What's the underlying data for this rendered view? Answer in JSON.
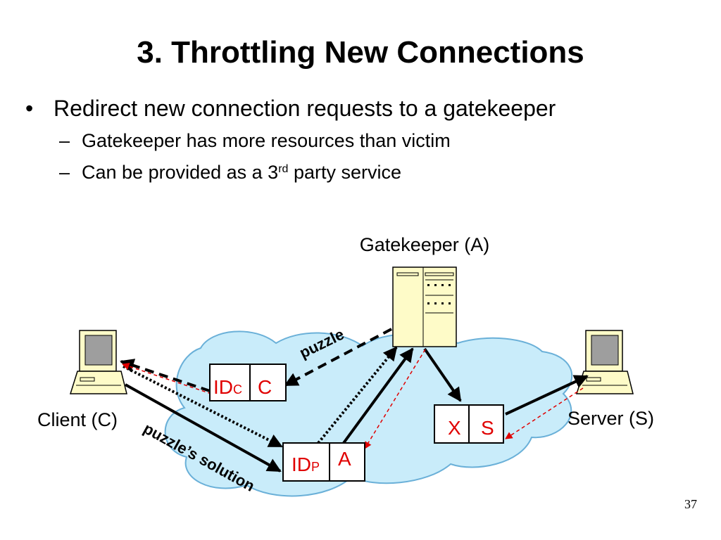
{
  "slide": {
    "title": "3. Throttling New Connections",
    "bullet": "Redirect new connection requests to a gatekeeper",
    "subbullets": [
      {
        "text": "Gatekeeper has more resources than victim"
      },
      {
        "text_before": "Can be provided as a 3",
        "superscript": "rd",
        "text_after": " party service"
      }
    ],
    "page_number": "37"
  },
  "diagram": {
    "gatekeeper_label": "Gatekeeper (A)",
    "client_label": "Client (C)",
    "server_label": "Server (S)",
    "puzzle_label": "puzzle",
    "solution_label": "puzzle’s solution",
    "packet_puzzle": {
      "id_main": "ID",
      "id_sub": "C",
      "field": "C"
    },
    "packet_solution": {
      "id_main": "ID",
      "id_sub": "P",
      "field": "A"
    },
    "packet_forward": {
      "field1": "X",
      "field2": "S"
    },
    "colors": {
      "cloud": "#c9ecfa",
      "cloud_stroke": "#6ab0d8",
      "computer": "#fefbc8",
      "screen": "#9e9e9e",
      "packet_text": "#e00000",
      "reply_arrow": "#e00000",
      "arrow": "#000000"
    }
  }
}
